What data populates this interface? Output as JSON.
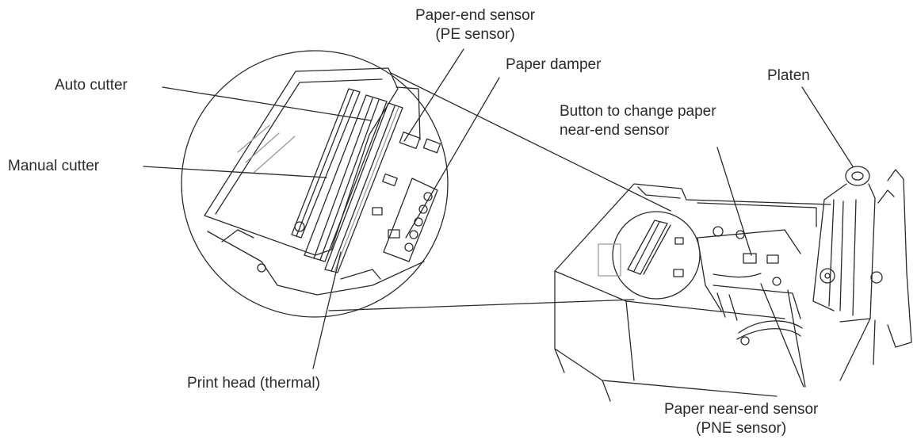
{
  "labels": {
    "pe_sensor": [
      "Paper-end sensor",
      "(PE sensor)"
    ],
    "paper_damper": "Paper damper",
    "auto_cutter": "Auto cutter",
    "platen": "Platen",
    "pne_button": [
      "Button to change paper",
      "near-end sensor"
    ],
    "manual_cutter": "Manual cutter",
    "print_head": "Print head (thermal)",
    "pne_sensor": [
      "Paper near-end sensor",
      "(PNE sensor)"
    ]
  },
  "colors": {
    "ink": "#2a2a2a",
    "shade": "#9a9a9a",
    "background": "#ffffff"
  }
}
